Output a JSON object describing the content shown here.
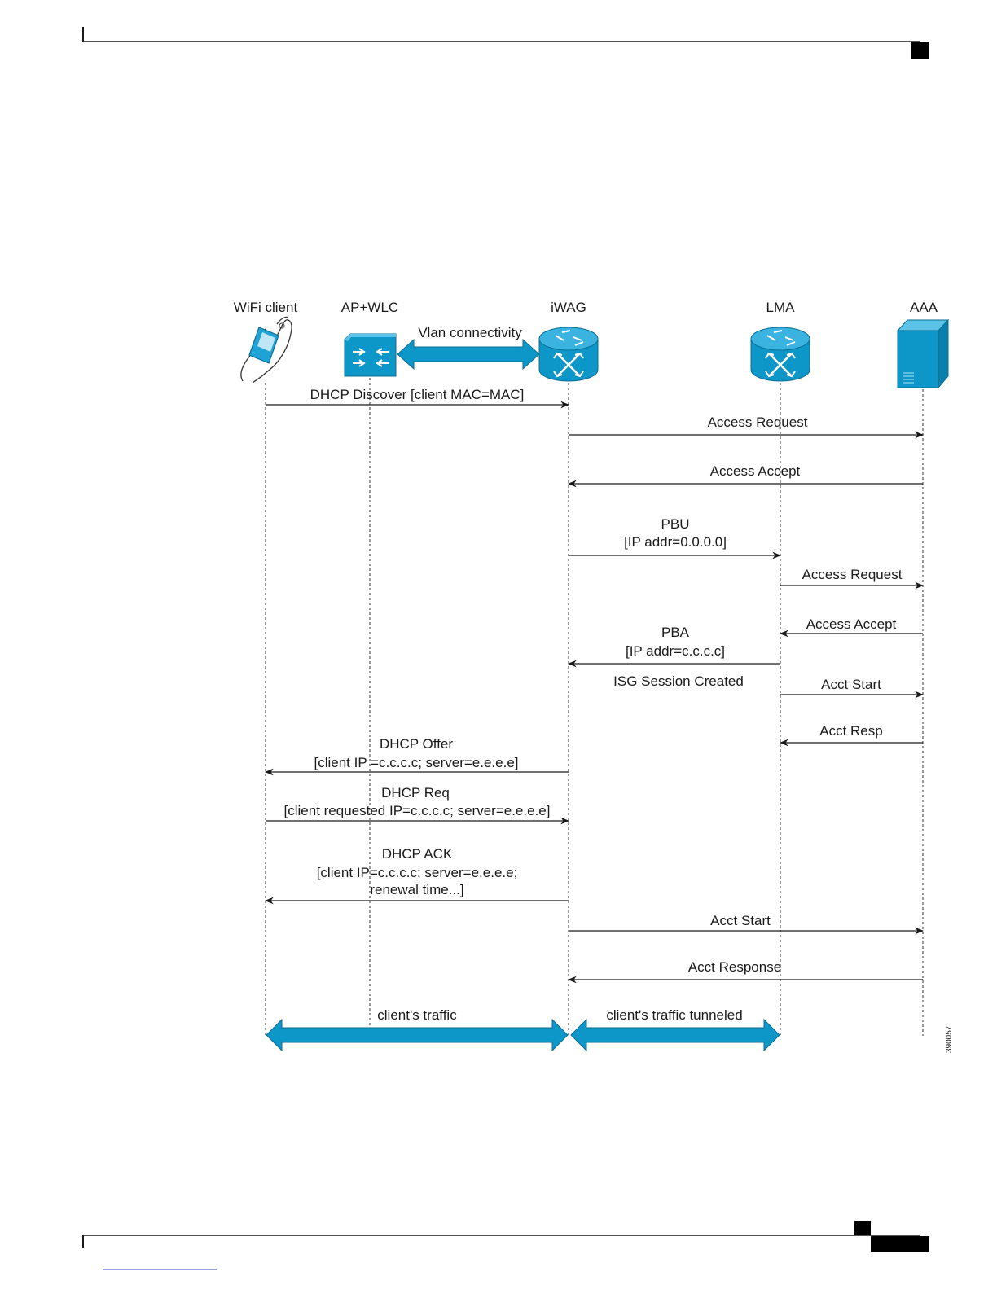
{
  "colors": {
    "accent": "#0d96c8",
    "accent_dark": "#0a6f96",
    "line": "#1a1a1a",
    "lifeline": "#555555"
  },
  "participants": [
    {
      "id": "client",
      "label": "WiFi client",
      "icon": "hand-held-phone-icon"
    },
    {
      "id": "ap",
      "label": "AP+WLC",
      "icon": "wlc-switch-icon"
    },
    {
      "id": "iwag",
      "label": "iWAG",
      "icon": "router-icon"
    },
    {
      "id": "lma",
      "label": "LMA",
      "icon": "router-icon"
    },
    {
      "id": "aaa",
      "label": "AAA",
      "icon": "server-tower-icon"
    }
  ],
  "vlan_label": "Vlan connectivity",
  "messages": [
    {
      "from": "client",
      "to": "iwag",
      "lines": [
        "DHCP Discover [client MAC=MAC]"
      ]
    },
    {
      "from": "iwag",
      "to": "aaa",
      "lines": [
        "Access Request"
      ]
    },
    {
      "from": "aaa",
      "to": "iwag",
      "lines": [
        "Access Accept"
      ]
    },
    {
      "from": "iwag",
      "to": "lma",
      "lines": [
        "PBU",
        "[IP addr=0.0.0.0]"
      ]
    },
    {
      "from": "lma",
      "to": "aaa",
      "lines": [
        "Access Request"
      ]
    },
    {
      "from": "aaa",
      "to": "lma",
      "lines": [
        "Access Accept"
      ]
    },
    {
      "from": "lma",
      "to": "iwag",
      "lines": [
        "PBA",
        "[IP addr=c.c.c.c]"
      ]
    },
    {
      "from": "lma",
      "to": "aaa",
      "lines": [
        "Acct Start"
      ]
    },
    {
      "from": "aaa",
      "to": "lma",
      "lines": [
        "Acct Resp"
      ]
    },
    {
      "from": "iwag",
      "to": "client",
      "lines": [
        "DHCP Offer",
        "[client IP =c.c.c.c; server=e.e.e.e]"
      ]
    },
    {
      "from": "client",
      "to": "iwag",
      "lines": [
        "DHCP Req",
        "[client requested IP=c.c.c.c; server=e.e.e.e]"
      ]
    },
    {
      "from": "iwag",
      "to": "client",
      "lines": [
        "DHCP ACK",
        "[client IP=c.c.c.c; server=e.e.e.e;",
        "renewal time...]"
      ]
    },
    {
      "from": "iwag",
      "to": "aaa",
      "lines": [
        "Acct Start"
      ]
    },
    {
      "from": "aaa",
      "to": "iwag",
      "lines": [
        "Acct Response"
      ]
    }
  ],
  "note": "ISG Session Created",
  "traffic": [
    {
      "from": "client",
      "to": "iwag",
      "label": "client's traffic"
    },
    {
      "from": "iwag",
      "to": "lma",
      "label": "client's traffic tunneled"
    }
  ],
  "figure_number": "390057"
}
